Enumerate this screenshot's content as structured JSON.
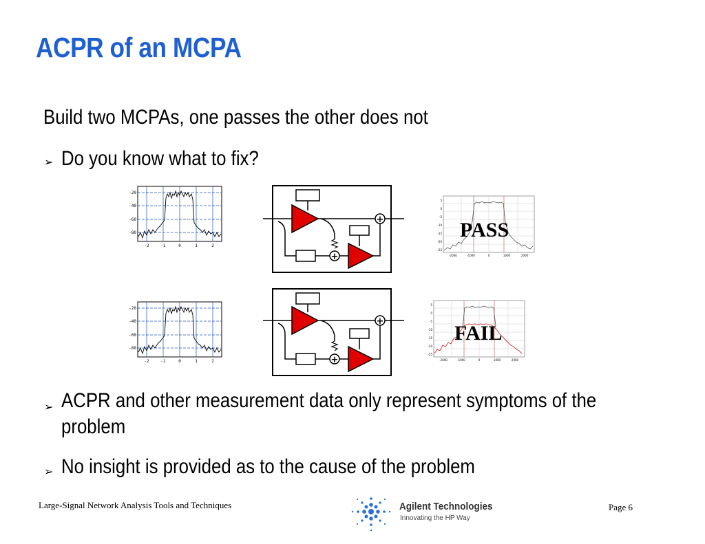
{
  "slide": {
    "title": "ACPR of an MCPA",
    "intro": "Build two MCPAs, one passes the other does not",
    "bullets": [
      "Do you know what to fix?",
      "ACPR and other measurement data only represent symptoms of the",
      "problem",
      "No insight is provided as to the cause of the problem"
    ],
    "bullet_glyph": "➢",
    "pass_label": "PASS",
    "fail_label": "FAIL"
  },
  "left_plot": {
    "y_ticks": [
      "-20",
      "-40",
      "-60",
      "-80"
    ],
    "x_ticks": [
      "-2",
      "-1",
      "0",
      "1",
      "2"
    ]
  },
  "right_plot": {
    "y_ticks": [
      "5",
      "0",
      "-5",
      "-10",
      "-15",
      "-20",
      "-25"
    ],
    "x_ticks": [
      "-2000",
      "-1000",
      "0",
      "1000",
      "2000"
    ]
  },
  "footer": {
    "left_text": "Large-Signal Network Analysis Tools and Techniques",
    "company": "Agilent Technologies",
    "tagline": "Innovating the HP Way",
    "page": "Page 6"
  },
  "colors": {
    "title": "#1f5fd0",
    "amplifier": "#e00000",
    "fail_trace": "#d03030"
  }
}
